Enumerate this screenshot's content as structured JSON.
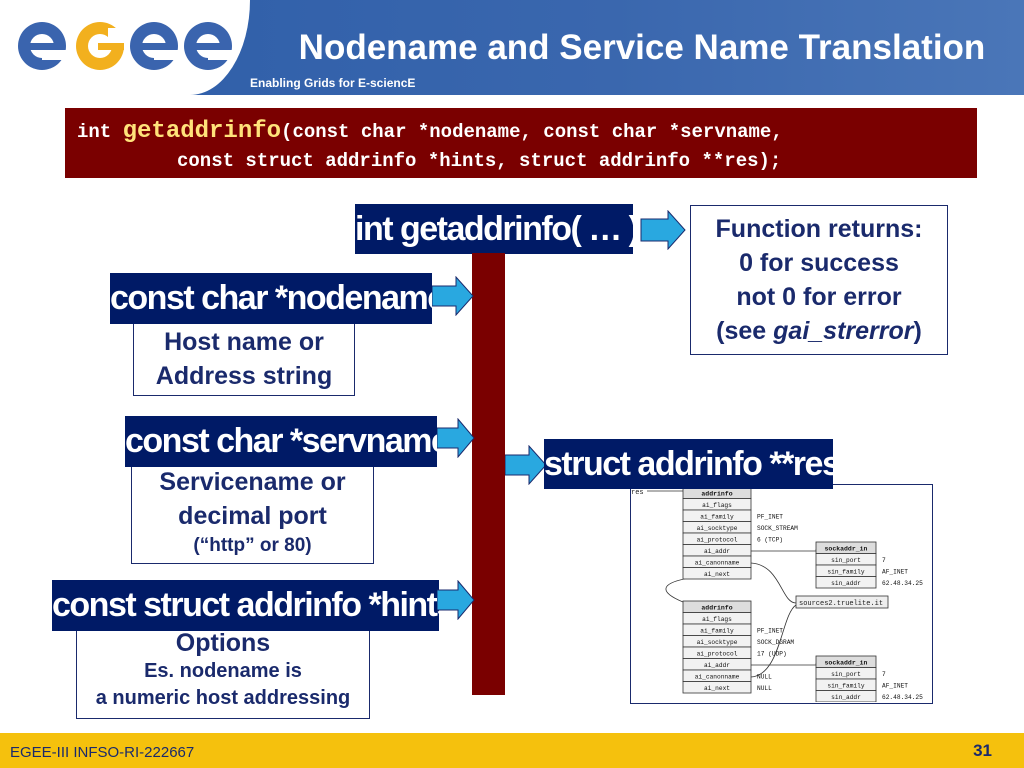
{
  "header": {
    "logo_text": "egee",
    "title": "Nodename and Service Name Translation",
    "subtitle": "Enabling Grids for E-sciencE"
  },
  "code": {
    "line1_prefix": "int ",
    "line1_fn": "getaddrinfo",
    "line1_rest": "(const char *nodename, const char *servname,",
    "line2": "const struct addrinfo *hints, struct addrinfo **res);"
  },
  "labels": {
    "fn": "int getaddrinfo( … )",
    "nodename": "const char *nodename",
    "servname": "const char *servname",
    "hints": "const struct addrinfo *hints",
    "res": "struct addrinfo **res"
  },
  "returns": {
    "line1": "Function returns:",
    "line2": "0 for success",
    "line3": "not 0 for error",
    "line4_pre": "(see ",
    "line4_em": "gai_strerror",
    "line4_post": ")"
  },
  "nodename_desc": {
    "line1": "Host name or",
    "line2": "Address string"
  },
  "servname_desc": {
    "line1": "Servicename or",
    "line2": "decimal port",
    "line3": "(“http” or 80)"
  },
  "hints_desc": {
    "line1": "Options",
    "line2": "Es. nodename is",
    "line3": "a numeric host addressing"
  },
  "diagram": {
    "res_label": "res",
    "block1_title": "addrinfo",
    "block1_fields": [
      "ai_flags",
      "ai_family",
      "ai_socktype",
      "ai_protocol",
      "ai_addr",
      "ai_canonname",
      "ai_next"
    ],
    "block1_values": [
      "",
      "PF_INET",
      "SOCK_STREAM",
      "6 (TCP)",
      "",
      "",
      ""
    ],
    "sock1_title": "sockaddr_in",
    "sock1_fields": [
      "sin_port",
      "sin_family",
      "sin_addr"
    ],
    "sock1_values": [
      "7",
      "AF_INET",
      "62.48.34.25"
    ],
    "canon": "sources2.truelite.it",
    "block2_title": "addrinfo",
    "block2_fields": [
      "ai_flags",
      "ai_family",
      "ai_socktype",
      "ai_protocol",
      "ai_addr",
      "ai_canonname",
      "ai_next"
    ],
    "block2_values": [
      "",
      "PF_INET",
      "SOCK_DGRAM",
      "17 (UDP)",
      "",
      "NULL",
      "NULL"
    ],
    "sock2_title": "sockaddr_in",
    "sock2_fields": [
      "sin_port",
      "sin_family",
      "sin_addr"
    ],
    "sock2_values": [
      "7",
      "AF_INET",
      "62.48.34.25"
    ]
  },
  "footer": {
    "left": "EGEE-III INFSO-RI-222667",
    "page": "31"
  },
  "colors": {
    "header_blue": "#2d5da8",
    "maroon": "#7a0000",
    "navy": "#001a66",
    "footer_yellow": "#f5c10d",
    "arrow_cyan": "#29a8e0"
  }
}
